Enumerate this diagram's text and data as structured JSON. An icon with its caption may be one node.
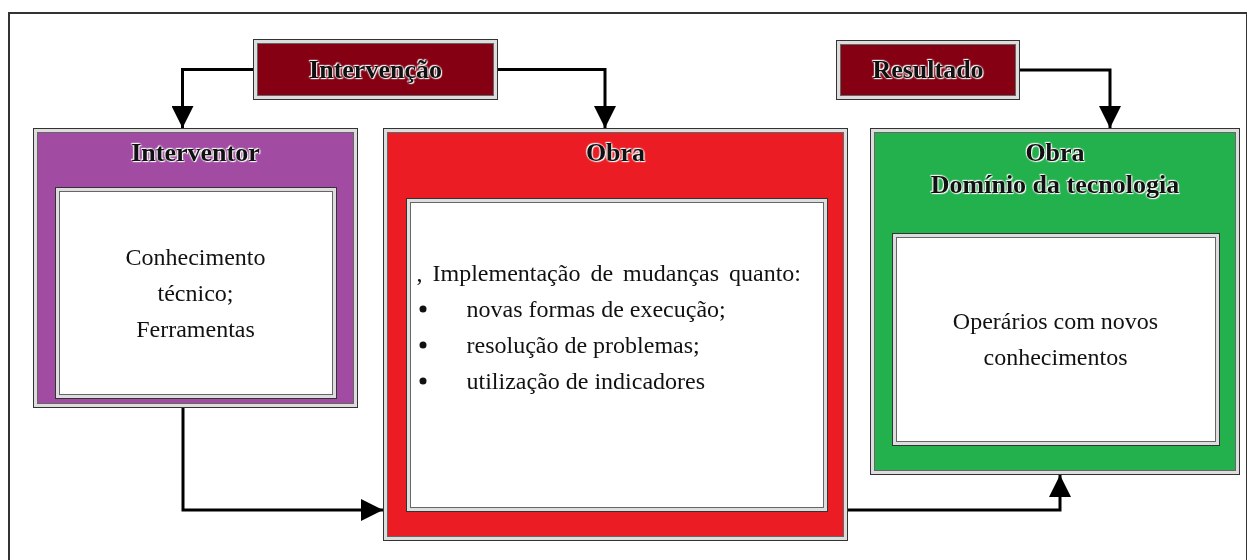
{
  "diagram": {
    "nodes": [
      {
        "text": [
          "Intervenção"
        ]
      },
      {
        "text": [
          "Resultado"
        ]
      },
      {
        "text": [
          "Interventor"
        ]
      },
      {
        "text": [
          "Conhecimento técnico; Ferramentas"
        ],
        "in": 2
      },
      {
        "text": [
          "Obra"
        ]
      },
      {
        "text": [
          ", Implementação de mudanças quanto:",
          "novas formas de execução;",
          "resolução de problemas;",
          "utilização de indicadores"
        ],
        "in": 4
      },
      {
        "text": [
          "Obra",
          "Domínio da tecnologia"
        ]
      },
      {
        "text": [
          "Operários com novos conhecimentos"
        ],
        "in": 6
      }
    ],
    "edges": [
      {
        "from": 0,
        "to": 2,
        "arrow": "to"
      },
      {
        "from": 0,
        "to": 4,
        "arrow": "to"
      },
      {
        "from": 1,
        "to": 6,
        "arrow": "to"
      },
      {
        "from": 2,
        "to": 4,
        "arrow": "to"
      },
      {
        "from": 4,
        "to": 6,
        "arrow": "to"
      }
    ]
  }
}
